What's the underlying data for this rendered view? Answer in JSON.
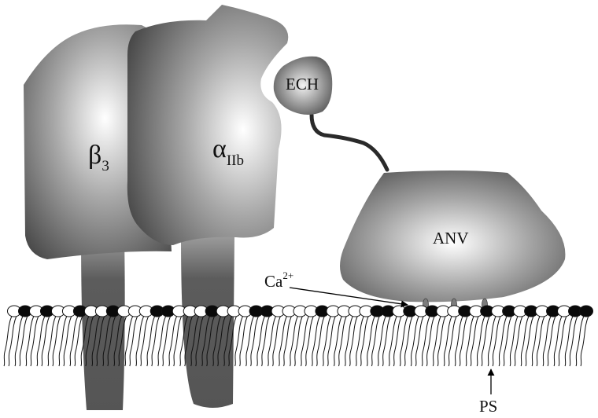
{
  "labels": {
    "beta": "β",
    "beta_sub": "3",
    "alpha": "α",
    "alpha_sub": "IIb",
    "ech": "ECH",
    "anv": "ANV",
    "ca": "Ca",
    "ca_sup": "2+",
    "ps": "PS"
  },
  "membrane": {
    "pattern": "wbwbwwbwwbwwwbbwwwbwwwbbwwwwbwwwwbbwbwbwwbwbwbwbwbwbb"
  }
}
